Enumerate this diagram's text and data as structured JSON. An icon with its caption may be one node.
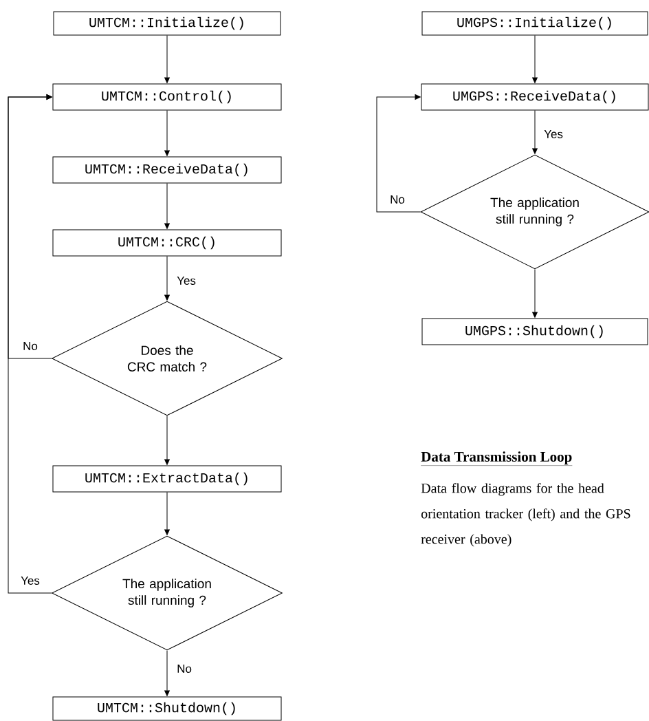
{
  "diagram": {
    "title": "Data Transmission Loop",
    "caption": "Data flow diagrams for the head orientation tracker (left) and the GPS receiver (above)",
    "nodes": [
      {
        "text": [
          "UMTCM::Initialize()"
        ]
      },
      {
        "text": [
          "UMTCM::Control()"
        ]
      },
      {
        "text": [
          "UMTCM::ReceiveData()"
        ]
      },
      {
        "text": [
          "UMTCM::CRC()"
        ]
      },
      {
        "text": [
          "Does the CRC match ?"
        ]
      },
      {
        "text": [
          "UMTCM::ExtractData()"
        ]
      },
      {
        "text": [
          "The application still running ?"
        ]
      },
      {
        "text": [
          "UMTCM::Shutdown()"
        ]
      },
      {
        "text": [
          "UMGPS::Initialize()"
        ]
      },
      {
        "text": [
          "UMGPS::ReceiveData()"
        ]
      },
      {
        "text": [
          "The application still running ?"
        ]
      },
      {
        "text": [
          "UMGPS::Shutdown()"
        ]
      }
    ],
    "edges": [
      {
        "from": 0,
        "to": 1,
        "arrow": "to"
      },
      {
        "from": 1,
        "to": 2,
        "arrow": "to"
      },
      {
        "from": 2,
        "to": 3,
        "arrow": "to"
      },
      {
        "from": 3,
        "to": 4,
        "arrow": "to",
        "label": "Yes"
      },
      {
        "from": 4,
        "to": 1,
        "arrow": "to",
        "label": "No"
      },
      {
        "from": 4,
        "to": 5,
        "arrow": "to"
      },
      {
        "from": 5,
        "to": 6,
        "arrow": "to"
      },
      {
        "from": 6,
        "to": 1,
        "arrow": "to",
        "label": "Yes"
      },
      {
        "from": 6,
        "to": 7,
        "arrow": "to",
        "label": "No"
      },
      {
        "from": 8,
        "to": 9,
        "arrow": "to"
      },
      {
        "from": 9,
        "to": 10,
        "arrow": "to",
        "label": "Yes"
      },
      {
        "from": 10,
        "to": 9,
        "arrow": "to",
        "label": "No"
      },
      {
        "from": 10,
        "to": 11,
        "arrow": "to"
      }
    ]
  }
}
